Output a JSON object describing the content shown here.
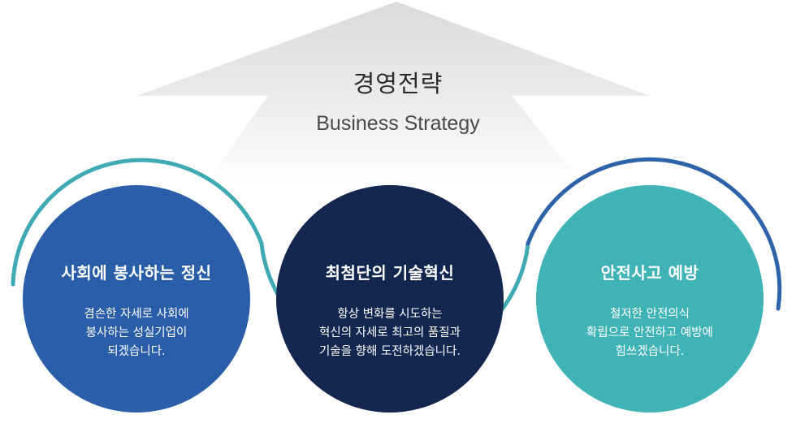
{
  "header": {
    "title_ko": "경영전략",
    "title_en": "Business Strategy"
  },
  "colors": {
    "circle1": "#2a5ea8",
    "circle2": "#13264f",
    "circle3": "#3fb3b6",
    "ring_teal": "#3fa9b4",
    "ring_blue": "#2f63a9"
  },
  "circles": [
    {
      "title": "사회에 봉사하는 정신",
      "lines": [
        "겸손한 자세로 사회에",
        "봉사하는 성실기업이",
        "되겠습니다."
      ]
    },
    {
      "title": "최첨단의 기술혁신",
      "lines": [
        "항상 변화를 시도하는",
        "혁신의 자세로 최고의 품질과",
        "기술을 향해 도전하겠습니다."
      ]
    },
    {
      "title": "안전사고 예방",
      "lines": [
        "철저한 안전의식",
        "확립으로 안전하고 예방에",
        "힘쓰겠습니다."
      ]
    }
  ]
}
